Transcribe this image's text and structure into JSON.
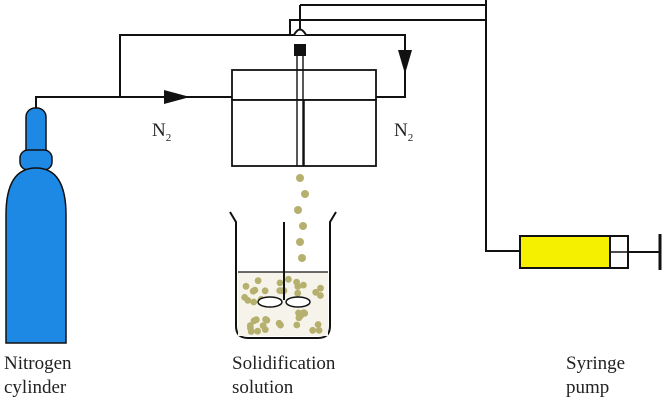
{
  "labels": {
    "nitrogen_cylinder": {
      "line1": "Nitrogen",
      "line2": "cylinder"
    },
    "solidification_solution": {
      "line1": "Solidification",
      "line2": "solution"
    },
    "syringe_pump": {
      "line1": "Syringe",
      "line2": "pump"
    },
    "gas_left": {
      "symbol": "N",
      "subscript": "2"
    },
    "gas_right": {
      "symbol": "N",
      "subscript": "2"
    }
  },
  "colors": {
    "cylinder": "#1e88e5",
    "syringe_barrel": "#f5f000",
    "beads": "#b5b06e",
    "line": "#111111"
  }
}
